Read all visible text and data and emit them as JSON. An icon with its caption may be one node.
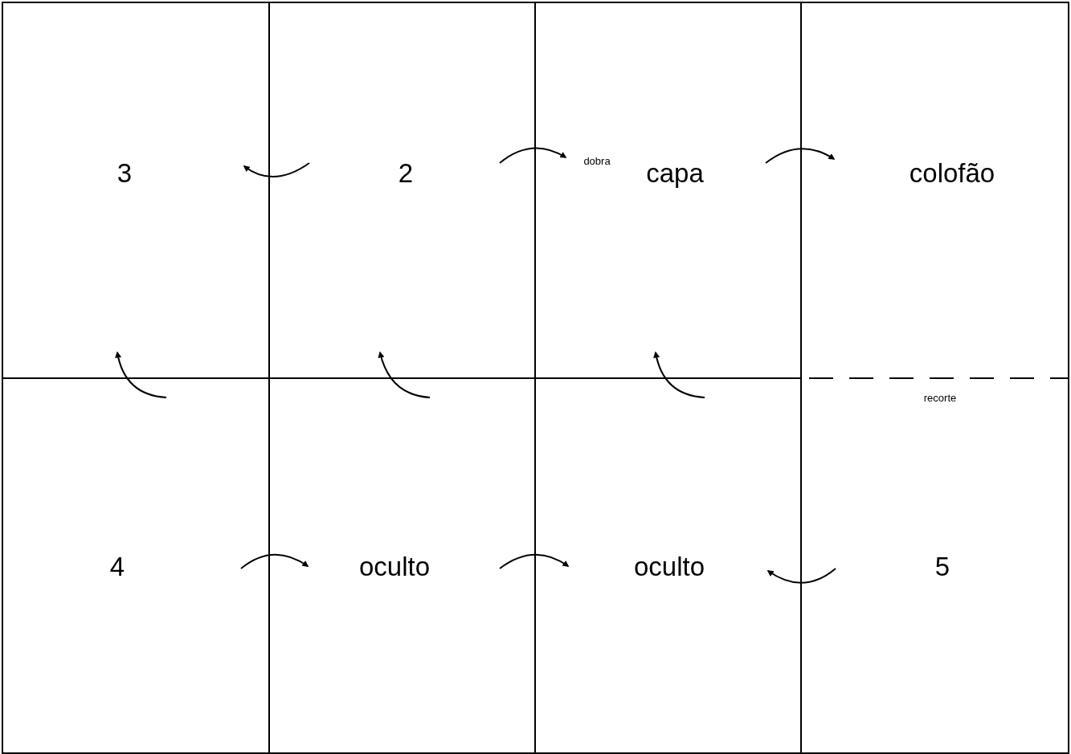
{
  "diagram": {
    "nodes": [
      {
        "text": [
          "3"
        ]
      },
      {
        "text": [
          "2"
        ]
      },
      {
        "text": [
          "capa"
        ]
      },
      {
        "text": [
          "colofão"
        ]
      },
      {
        "text": [
          "4"
        ]
      },
      {
        "text": [
          "oculto"
        ]
      },
      {
        "text": [
          "oculto"
        ]
      },
      {
        "text": [
          "5"
        ]
      }
    ],
    "labels": [
      "dobra",
      "recorte"
    ]
  }
}
